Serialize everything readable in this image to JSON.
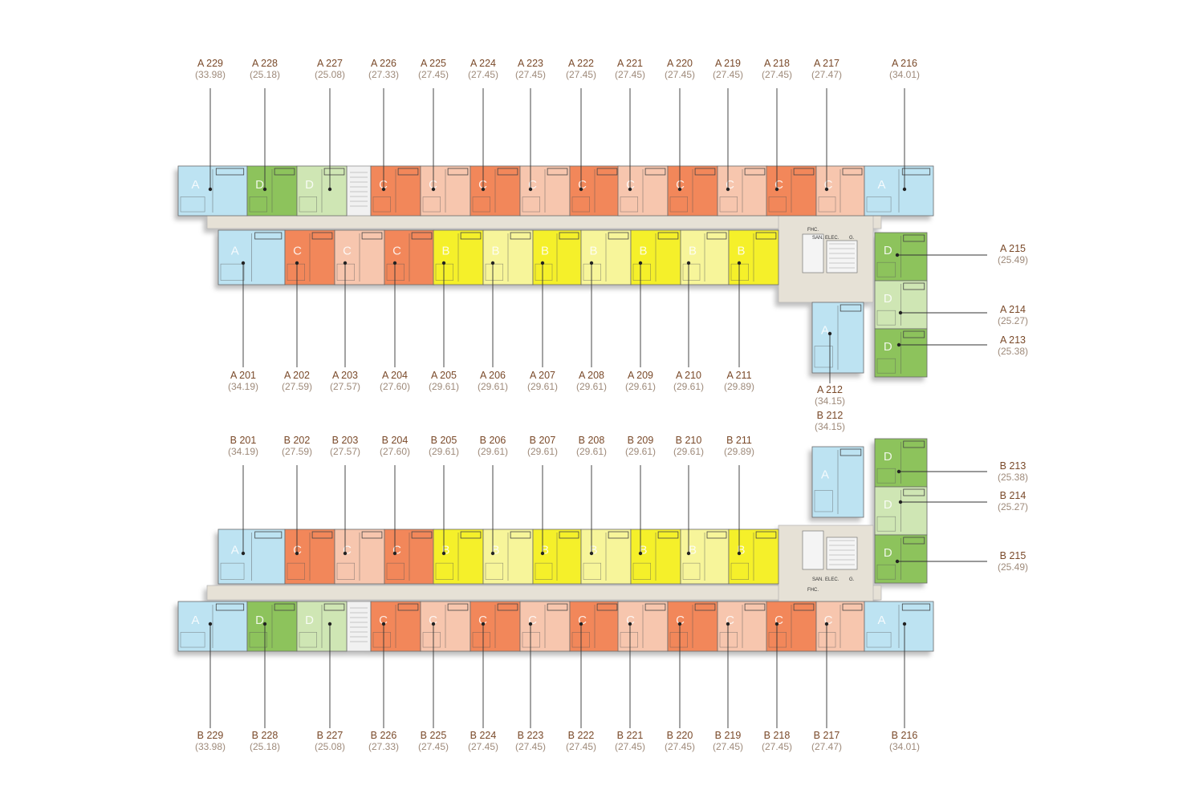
{
  "colors": {
    "A": "#bde3f2",
    "B": "#f5f02a",
    "B_light": "#f7f59a",
    "C": "#f2875a",
    "C_light": "#f7c6ae",
    "D": "#8dc35c",
    "D_light": "#cfe6b4",
    "corridor": "#e6e1d6",
    "leader": "#333333",
    "label_name": "#7a4a2a",
    "label_area": "#9e8a7a"
  },
  "service_labels": {
    "fhc": "FHC.",
    "san": "SAN.",
    "elec": "ELEC.",
    "g": "G."
  },
  "building_a": {
    "top_row": [
      {
        "id": "A 229",
        "area": "(33.98)",
        "type": "A"
      },
      {
        "id": "A 228",
        "area": "(25.18)",
        "type": "D"
      },
      {
        "id": "A 227",
        "area": "(25.08)",
        "type": "D_light"
      },
      {
        "id": "A 226",
        "area": "(27.33)",
        "type": "C"
      },
      {
        "id": "A 225",
        "area": "(27.45)",
        "type": "C_light"
      },
      {
        "id": "A 224",
        "area": "(27.45)",
        "type": "C"
      },
      {
        "id": "A 223",
        "area": "(27.45)",
        "type": "C_light"
      },
      {
        "id": "A 222",
        "area": "(27.45)",
        "type": "C"
      },
      {
        "id": "A 221",
        "area": "(27.45)",
        "type": "C_light"
      },
      {
        "id": "A 220",
        "area": "(27.45)",
        "type": "C"
      },
      {
        "id": "A 219",
        "area": "(27.45)",
        "type": "C_light"
      },
      {
        "id": "A 218",
        "area": "(27.45)",
        "type": "C"
      },
      {
        "id": "A 217",
        "area": "(27.47)",
        "type": "C_light"
      },
      {
        "id": "A 216",
        "area": "(34.01)",
        "type": "A"
      }
    ],
    "bottom_row": [
      {
        "id": "A 201",
        "area": "(34.19)",
        "type": "A"
      },
      {
        "id": "A 202",
        "area": "(27.59)",
        "type": "C"
      },
      {
        "id": "A 203",
        "area": "(27.57)",
        "type": "C_light"
      },
      {
        "id": "A 204",
        "area": "(27.60)",
        "type": "C"
      },
      {
        "id": "A 205",
        "area": "(29.61)",
        "type": "B"
      },
      {
        "id": "A 206",
        "area": "(29.61)",
        "type": "B_light"
      },
      {
        "id": "A 207",
        "area": "(29.61)",
        "type": "B"
      },
      {
        "id": "A 208",
        "area": "(29.61)",
        "type": "B_light"
      },
      {
        "id": "A 209",
        "area": "(29.61)",
        "type": "B"
      },
      {
        "id": "A 210",
        "area": "(29.61)",
        "type": "B_light"
      },
      {
        "id": "A 211",
        "area": "(29.89)",
        "type": "B"
      }
    ],
    "wing": [
      {
        "id": "A 215",
        "area": "(25.49)",
        "type": "D"
      },
      {
        "id": "A 214",
        "area": "(25.27)",
        "type": "D_light"
      },
      {
        "id": "A 213",
        "area": "(25.38)",
        "type": "D"
      },
      {
        "id": "A 212",
        "area": "(34.15)",
        "type": "A"
      }
    ]
  },
  "building_b": {
    "top_row": [
      {
        "id": "B 201",
        "area": "(34.19)",
        "type": "A"
      },
      {
        "id": "B 202",
        "area": "(27.59)",
        "type": "C"
      },
      {
        "id": "B 203",
        "area": "(27.57)",
        "type": "C_light"
      },
      {
        "id": "B 204",
        "area": "(27.60)",
        "type": "C"
      },
      {
        "id": "B 205",
        "area": "(29.61)",
        "type": "B"
      },
      {
        "id": "B 206",
        "area": "(29.61)",
        "type": "B_light"
      },
      {
        "id": "B 207",
        "area": "(29.61)",
        "type": "B"
      },
      {
        "id": "B 208",
        "area": "(29.61)",
        "type": "B_light"
      },
      {
        "id": "B 209",
        "area": "(29.61)",
        "type": "B"
      },
      {
        "id": "B 210",
        "area": "(29.61)",
        "type": "B_light"
      },
      {
        "id": "B 211",
        "area": "(29.89)",
        "type": "B"
      }
    ],
    "bottom_row": [
      {
        "id": "B 229",
        "area": "(33.98)",
        "type": "A"
      },
      {
        "id": "B 228",
        "area": "(25.18)",
        "type": "D"
      },
      {
        "id": "B 227",
        "area": "(25.08)",
        "type": "D_light"
      },
      {
        "id": "B 226",
        "area": "(27.33)",
        "type": "C"
      },
      {
        "id": "B 225",
        "area": "(27.45)",
        "type": "C_light"
      },
      {
        "id": "B 224",
        "area": "(27.45)",
        "type": "C"
      },
      {
        "id": "B 223",
        "area": "(27.45)",
        "type": "C_light"
      },
      {
        "id": "B 222",
        "area": "(27.45)",
        "type": "C"
      },
      {
        "id": "B 221",
        "area": "(27.45)",
        "type": "C_light"
      },
      {
        "id": "B 220",
        "area": "(27.45)",
        "type": "C"
      },
      {
        "id": "B 219",
        "area": "(27.45)",
        "type": "C_light"
      },
      {
        "id": "B 218",
        "area": "(27.45)",
        "type": "C"
      },
      {
        "id": "B 217",
        "area": "(27.47)",
        "type": "C_light"
      },
      {
        "id": "B 216",
        "area": "(34.01)",
        "type": "A"
      }
    ],
    "wing": [
      {
        "id": "B 212",
        "area": "(34.15)",
        "type": "A"
      },
      {
        "id": "B 213",
        "area": "(25.38)",
        "type": "D"
      },
      {
        "id": "B 214",
        "area": "(25.27)",
        "type": "D_light"
      },
      {
        "id": "B 215",
        "area": "(25.49)",
        "type": "D"
      }
    ]
  }
}
